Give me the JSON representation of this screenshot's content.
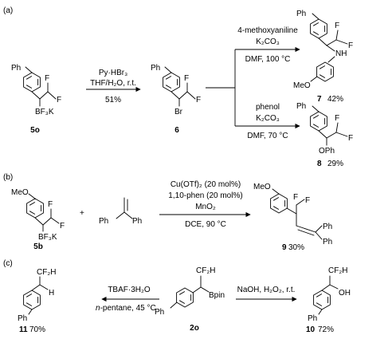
{
  "panels": [
    {
      "label": "(a)",
      "compounds": [
        {
          "id": "5o",
          "ph": "Ph",
          "f1": "F",
          "f2": "F",
          "sub": "BF₃K"
        },
        {
          "id": "6",
          "ph": "Ph",
          "f1": "F",
          "f2": "F",
          "sub": "Br"
        },
        {
          "id": "7",
          "yield": "42%",
          "ph": "Ph",
          "f1": "F",
          "f2": "F",
          "nh": "NH",
          "ome": "MeO"
        },
        {
          "id": "8",
          "yield": "29%",
          "ph": "Ph",
          "f1": "F",
          "f2": "F",
          "sub": "OPh"
        }
      ],
      "arrows": [
        {
          "above": "Py·HBr₃",
          "above2": "THF/H₂O, r.t.",
          "below": "51%"
        },
        {
          "above": "4-methoxyaniline",
          "above2": "K₂CO₃",
          "below": "DMF, 100 °C"
        },
        {
          "above": "phenol",
          "above2": "K₂CO₃",
          "below": "DMF, 70 °C"
        }
      ]
    },
    {
      "label": "(b)",
      "compounds": [
        {
          "id": "5b",
          "ome": "MeO",
          "f1": "F",
          "f2": "F",
          "sub": "BF₃K"
        },
        {
          "ph1": "Ph",
          "ph2": "Ph"
        },
        {
          "id": "9",
          "yield": "30%",
          "ome": "MeO",
          "f1": "F",
          "f2": "F",
          "ph1": "Ph",
          "ph2": "Ph"
        }
      ],
      "plus": "+",
      "arrows": [
        {
          "above": "Cu(OTf)₂ (20 mol%)",
          "above2": "1,10-phen (20 mol%)",
          "above3": "MnO₂",
          "below": "DCE, 90 °C"
        }
      ]
    },
    {
      "label": "(c)",
      "compounds": [
        {
          "id": "11",
          "yield": "70%",
          "cf2h": "CF₂H",
          "h": "H",
          "ph": "Ph"
        },
        {
          "id": "2o",
          "cf2h": "CF₂H",
          "bpin": "Bpin",
          "ph": "Ph"
        },
        {
          "id": "10",
          "yield": "72%",
          "cf2h": "CF₂H",
          "oh": "OH",
          "ph": "Ph"
        }
      ],
      "arrows": [
        {
          "above": "TBAF·3H₂O",
          "below_italic": "n",
          "below": "-pentane, 45 °C"
        },
        {
          "above": "NaOH, H₂O₂, r.t."
        }
      ]
    }
  ]
}
